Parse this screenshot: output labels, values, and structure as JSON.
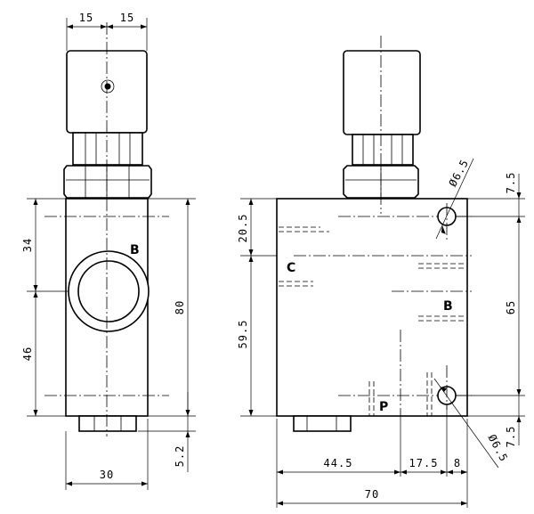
{
  "front_view": {
    "dims": {
      "top_left": "15",
      "top_right": "15",
      "upper": "34",
      "lower": "46",
      "height": "80",
      "bottom_offset": "5.2",
      "width": "30"
    },
    "port_label": "B"
  },
  "side_view": {
    "dims": {
      "top_hole_offset": "7.5",
      "left_upper": "20.5",
      "left_lower": "59.5",
      "hole_spacing": "65",
      "bottom_hole_offset": "7.5",
      "base_left": "44.5",
      "base_mid": "17.5",
      "base_right": "8",
      "overall_width": "70",
      "hole_dia_top": "Ø6.5",
      "hole_dia_bottom": "Ø6.5"
    },
    "port_labels": {
      "c": "C",
      "b": "B",
      "p": "P"
    }
  }
}
